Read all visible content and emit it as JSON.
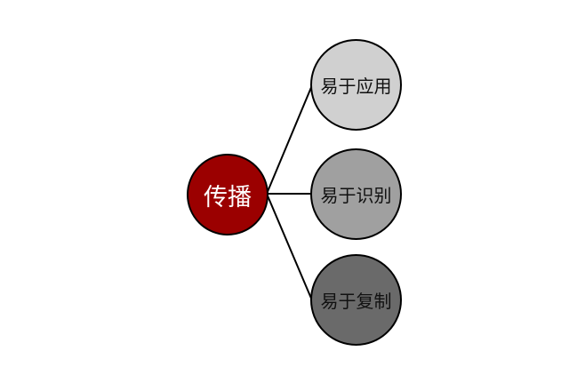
{
  "center": {
    "label": "传播",
    "color": "#9b0000"
  },
  "branches": [
    {
      "label": "易于应用",
      "color": "#d0d0d0"
    },
    {
      "label": "易于识别",
      "color": "#a0a0a0"
    },
    {
      "label": "易于复制",
      "color": "#6a6a6a"
    }
  ]
}
